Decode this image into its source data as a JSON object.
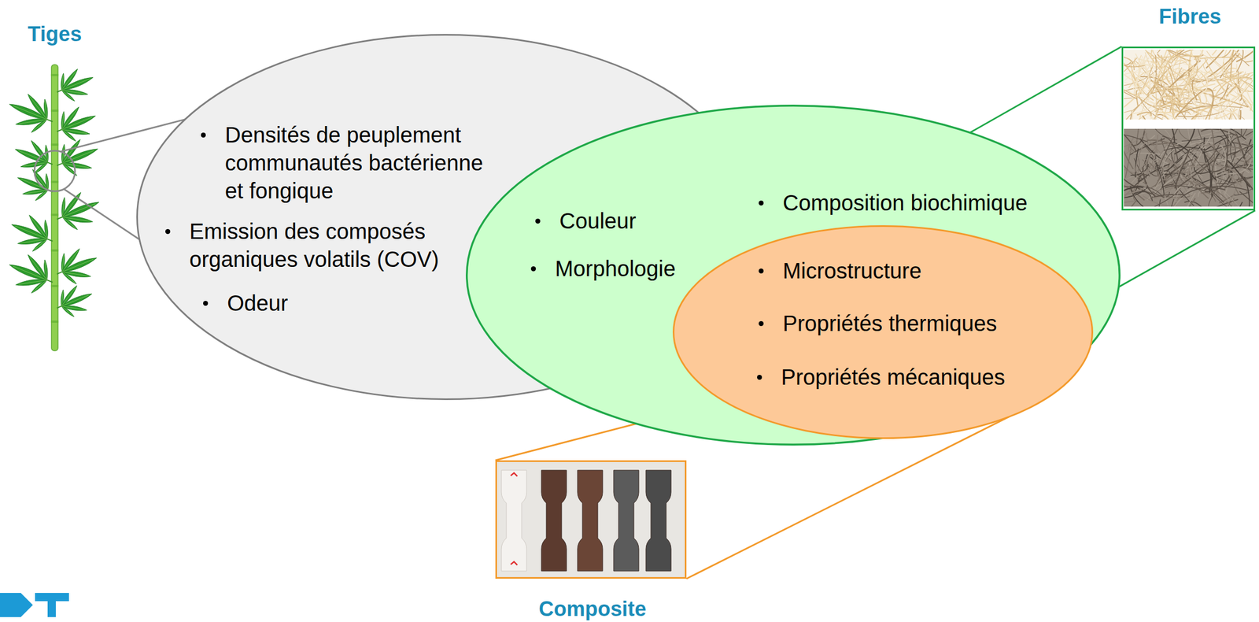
{
  "diagram": {
    "nodes": [
      {
        "text": [
          "Tiges"
        ]
      },
      {
        "text": [
          "Densités de peuplement communautés bactérienne et fongique",
          "Emission des composés organiques volatils (COV)",
          "Odeur"
        ]
      },
      {
        "text": [
          "Couleur",
          "Morphologie",
          "Composition biochimique"
        ]
      },
      {
        "text": [
          "Microstructure",
          "Propriétés thermiques",
          "Propriétés mécaniques"
        ],
        "in": 2
      },
      {
        "text": [
          "Fibres"
        ]
      },
      {
        "text": [
          "Composite"
        ]
      }
    ],
    "edges": [
      {
        "from": 0,
        "to": 1,
        "arrow": "none"
      },
      {
        "from": 0,
        "to": 1,
        "arrow": "none"
      },
      {
        "from": 2,
        "to": 4,
        "arrow": "none"
      },
      {
        "from": 2,
        "to": 4,
        "arrow": "none"
      },
      {
        "from": 3,
        "to": 5,
        "arrow": "none"
      },
      {
        "from": 3,
        "to": 5,
        "arrow": "none"
      }
    ]
  }
}
